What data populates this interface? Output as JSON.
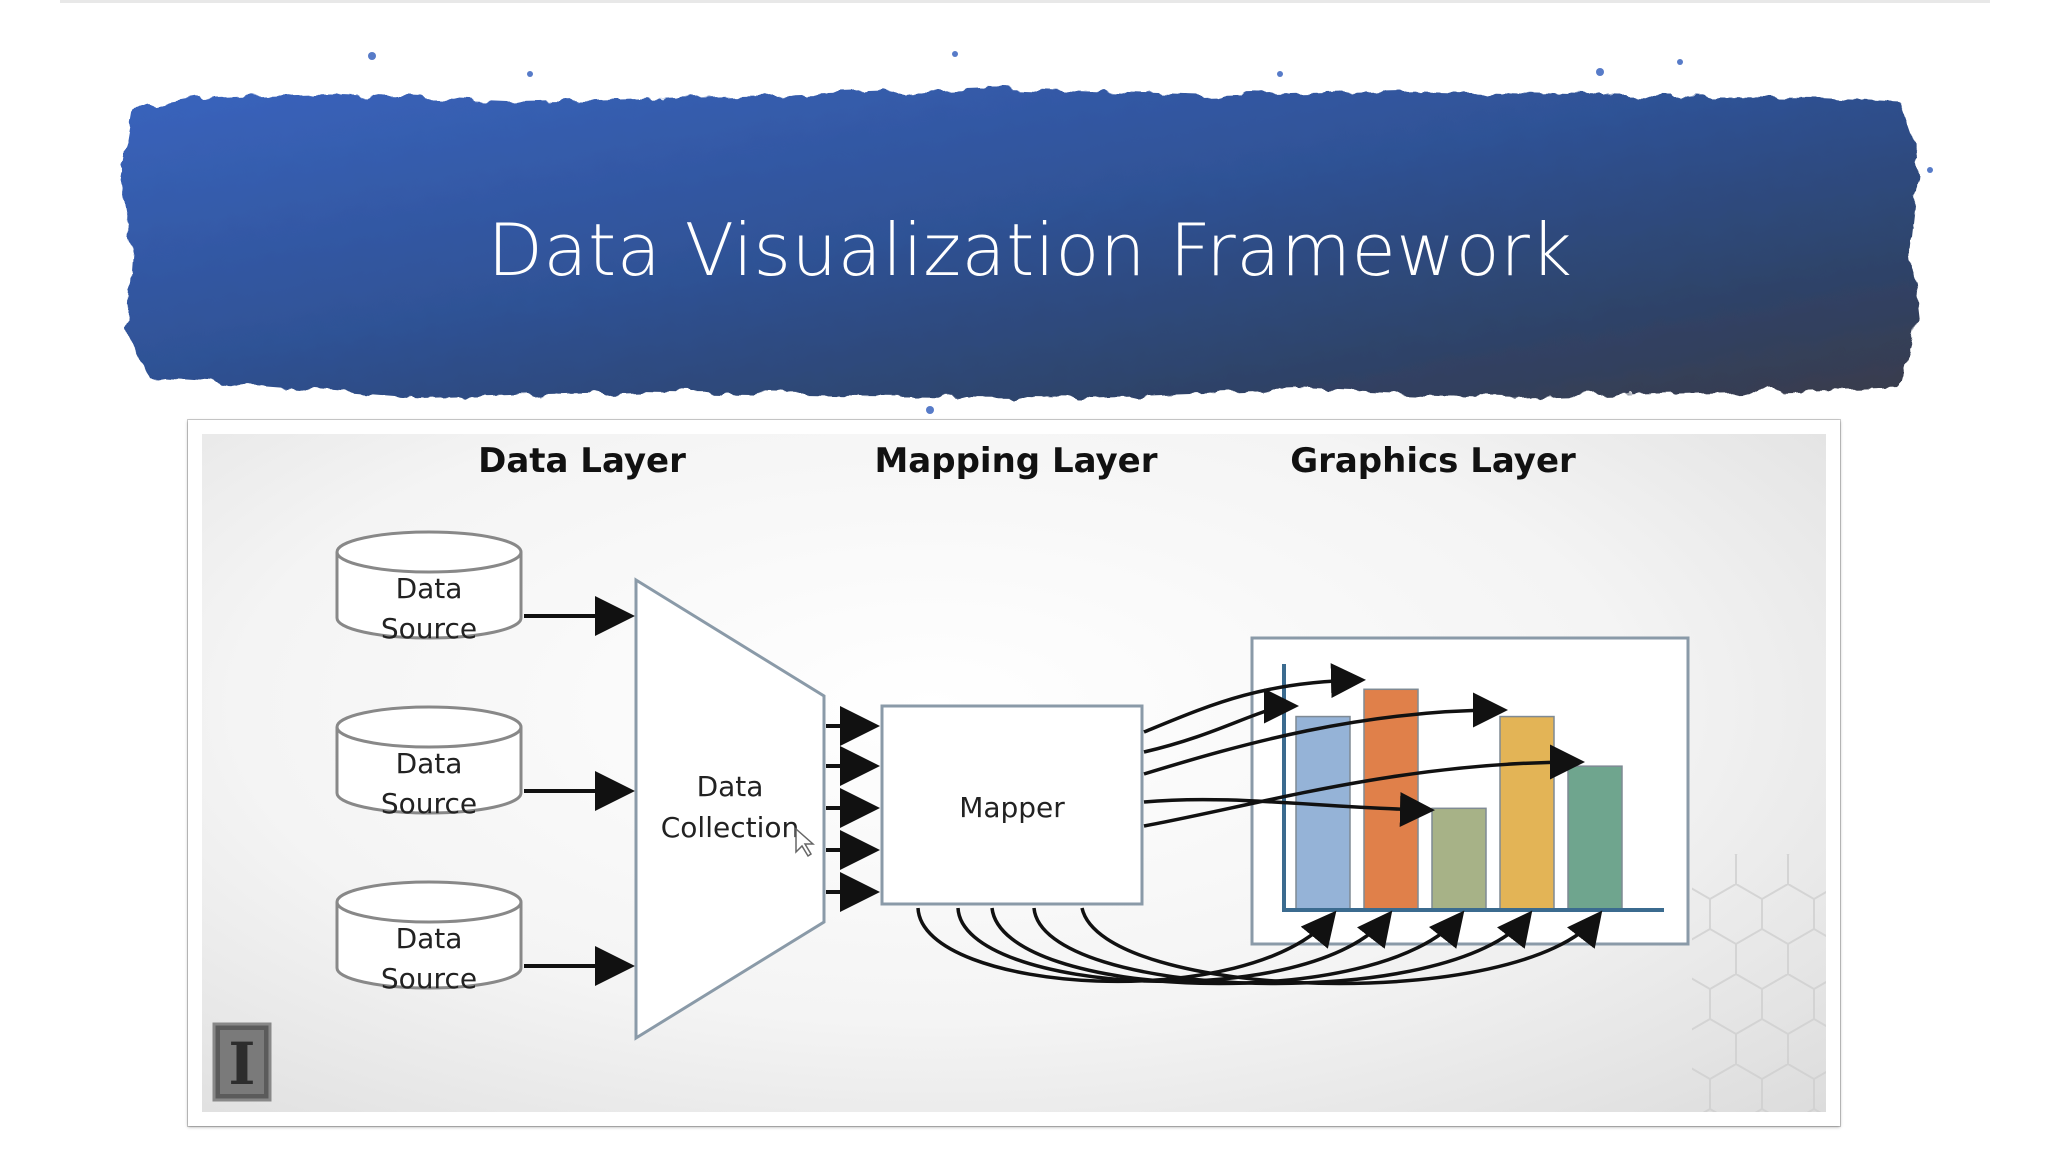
{
  "slide": {
    "title": "Data Visualization Framework"
  },
  "diagram": {
    "layers": [
      "Data Layer",
      "Mapping Layer",
      "Graphics Layer"
    ],
    "data_sources": [
      {
        "line1": "Data",
        "line2": "Source"
      },
      {
        "line1": "Data",
        "line2": "Source"
      },
      {
        "line1": "Data",
        "line2": "Source"
      }
    ],
    "collection": {
      "line1": "Data",
      "line2": "Collection"
    },
    "mapper": "Mapper",
    "logo_text": "I",
    "bar_colors": [
      "#95b3d7",
      "#e0804a",
      "#a7b287",
      "#e3b456",
      "#6fa58e"
    ],
    "bar_heights_relative": [
      0.78,
      0.89,
      0.41,
      0.78,
      0.58
    ]
  },
  "colors": {
    "banner_blue": "#3a62b6",
    "banner_dark": "#343a4e",
    "axis": "#3b6b8f"
  }
}
